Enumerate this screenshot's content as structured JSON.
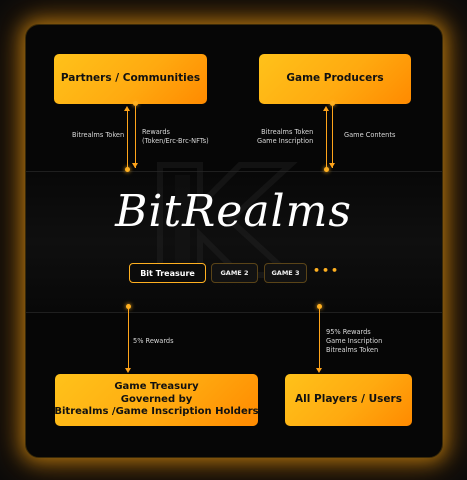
{
  "boxes": {
    "partners": "Partners / Communities",
    "producers": "Game Producers",
    "treasury": "Game Treasury\nGoverned by\nBitrealms /Game Inscription Holders",
    "players": "All Players / Users"
  },
  "labels": {
    "bitrealms_token": "Bitrealms Token",
    "rewards": "Rewards\n(Token/Erc-Brc-NFTs)",
    "token_inscription": "Bitrealms Token\nGame Inscription",
    "game_contents": "Game Contents",
    "five_pct": "5% Rewards",
    "ninety_five_pct": "95% Rewards\nGame Inscription\nBitrealms Token"
  },
  "brand": {
    "title": "BitRealms"
  },
  "games": {
    "selected": "Bit Treasure",
    "game2": "GAME 2",
    "game3": "GAME 3",
    "more": "•••"
  },
  "colors": {
    "accent": "#ffb020",
    "box_gradient_start": "#ffc21a",
    "box_gradient_end": "#ff8a00",
    "background": "#060606"
  }
}
